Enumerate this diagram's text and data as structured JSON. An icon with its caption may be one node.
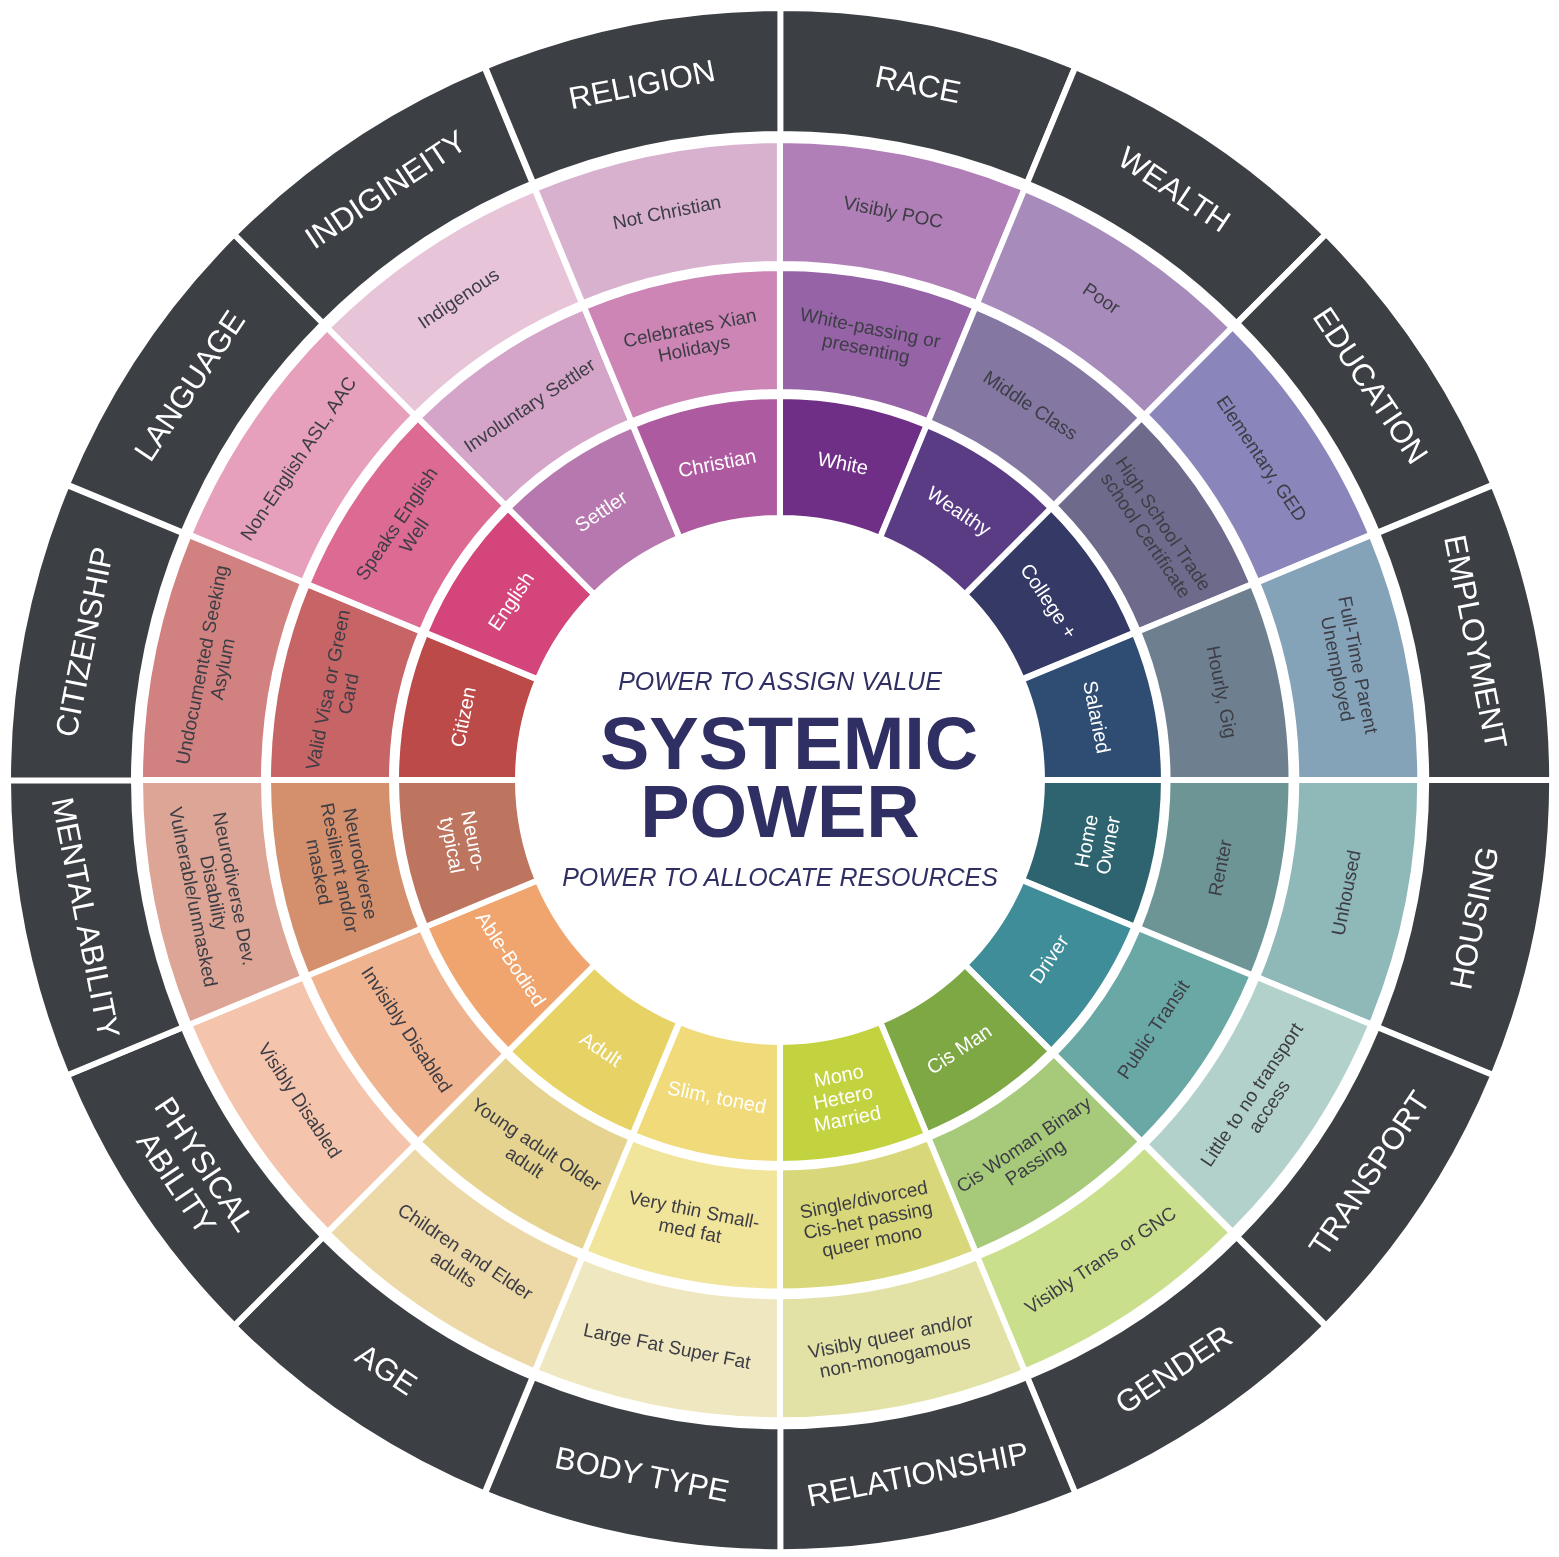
{
  "diagram": {
    "nodes": [
      {
        "text": [
          "POWER TO ASSIGN VALUE",
          "SYSTEMIC POWER",
          "POWER TO ALLOCATE RESOURCES"
        ]
      },
      {
        "text": [
          "RACE"
        ]
      },
      {
        "text": [
          "White"
        ]
      },
      {
        "text": [
          "White-passing or presenting"
        ]
      },
      {
        "text": [
          "Visibly POC"
        ]
      },
      {
        "text": [
          "WEALTH"
        ]
      },
      {
        "text": [
          "Wealthy"
        ]
      },
      {
        "text": [
          "Middle Class"
        ]
      },
      {
        "text": [
          "Poor"
        ]
      },
      {
        "text": [
          "EDUCATION"
        ]
      },
      {
        "text": [
          "College +"
        ]
      },
      {
        "text": [
          "High School Trade school Certificate"
        ]
      },
      {
        "text": [
          "Elementary, GED"
        ]
      },
      {
        "text": [
          "EMPLOYMENT"
        ]
      },
      {
        "text": [
          "Salaried"
        ]
      },
      {
        "text": [
          "Hourly, Gig"
        ]
      },
      {
        "text": [
          "Full-Time Parent Unemployed"
        ]
      },
      {
        "text": [
          "HOUSING"
        ]
      },
      {
        "text": [
          "Home Owner"
        ]
      },
      {
        "text": [
          "Renter"
        ]
      },
      {
        "text": [
          "Unhoused"
        ]
      },
      {
        "text": [
          "TRANSPORT"
        ]
      },
      {
        "text": [
          "Driver"
        ]
      },
      {
        "text": [
          "Public Transit"
        ]
      },
      {
        "text": [
          "Little to no transport access"
        ]
      },
      {
        "text": [
          "GENDER"
        ]
      },
      {
        "text": [
          "Cis Man"
        ]
      },
      {
        "text": [
          "Cis Woman Binary Passing"
        ]
      },
      {
        "text": [
          "Visibly Trans or GNC"
        ]
      },
      {
        "text": [
          "RELATIONSHIP"
        ]
      },
      {
        "text": [
          "Mono Hetero Married"
        ]
      },
      {
        "text": [
          "Single/divorced Cis-het passing queer mono"
        ]
      },
      {
        "text": [
          "Visibly queer and/or non-monogamous"
        ]
      },
      {
        "text": [
          "BODY TYPE"
        ]
      },
      {
        "text": [
          "Slim, toned"
        ]
      },
      {
        "text": [
          "Very thin Small-med fat"
        ]
      },
      {
        "text": [
          "Large Fat Super Fat"
        ]
      },
      {
        "text": [
          "AGE"
        ]
      },
      {
        "text": [
          "Adult"
        ]
      },
      {
        "text": [
          "Young adult Older adult"
        ]
      },
      {
        "text": [
          "Children and Elder adults"
        ]
      },
      {
        "text": [
          "PHYSICAL ABILITY"
        ]
      },
      {
        "text": [
          "Able-Bodied"
        ]
      },
      {
        "text": [
          "Invisibly Disabled"
        ]
      },
      {
        "text": [
          "Visibly Disabled"
        ]
      },
      {
        "text": [
          "MENTAL ABILITY"
        ]
      },
      {
        "text": [
          "Neuro-typical"
        ]
      },
      {
        "text": [
          "Neurodiverse Resilient and/or masked"
        ]
      },
      {
        "text": [
          "Neurodiverse Dev. Disability Vulnerable/unmasked"
        ]
      },
      {
        "text": [
          "CITIZENSHIP"
        ]
      },
      {
        "text": [
          "Citizen"
        ]
      },
      {
        "text": [
          "Valid Visa or Green Card"
        ]
      },
      {
        "text": [
          "Undocumented Seeking Asylum"
        ]
      },
      {
        "text": [
          "LANGUAGE"
        ]
      },
      {
        "text": [
          "English"
        ]
      },
      {
        "text": [
          "Speaks English Well"
        ]
      },
      {
        "text": [
          "Non-English ASL, AAC"
        ]
      },
      {
        "text": [
          "INDIGINEITY"
        ]
      },
      {
        "text": [
          "Settler"
        ]
      },
      {
        "text": [
          "Involuntary Settler"
        ]
      },
      {
        "text": [
          "Indigenous"
        ]
      },
      {
        "text": [
          "RELIGION"
        ]
      },
      {
        "text": [
          "Christian"
        ]
      },
      {
        "text": [
          "Celebrates Xian Holidays"
        ]
      },
      {
        "text": [
          "Not Christian"
        ]
      }
    ]
  }
}
